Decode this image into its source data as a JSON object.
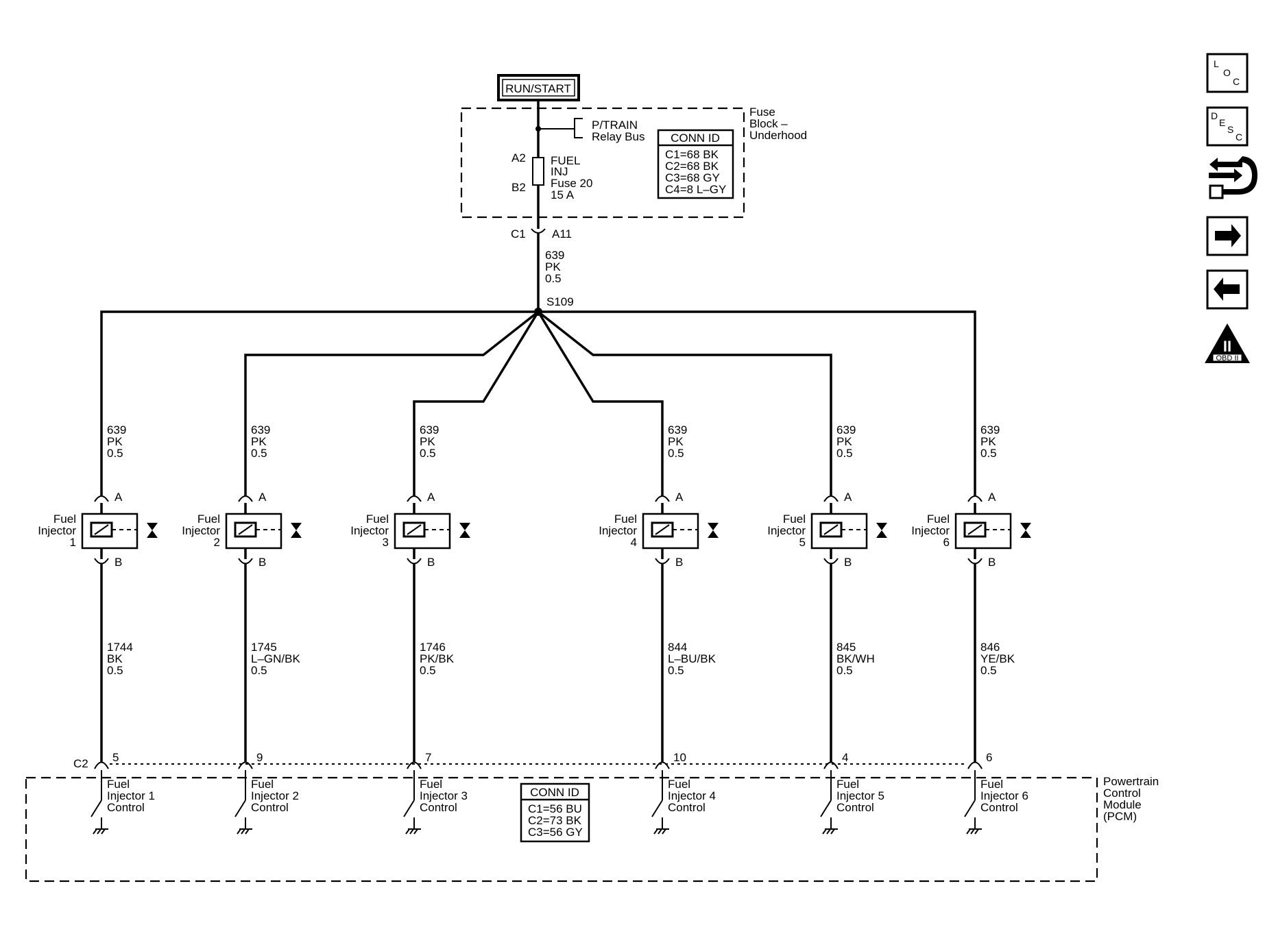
{
  "power": {
    "label": "RUN/START"
  },
  "fuse_block": {
    "name_lines": [
      "Fuse",
      "Block –",
      "Underhood"
    ],
    "relay_bus": [
      "P/TRAIN",
      "Relay Bus"
    ],
    "fuse_pin_top": "A2",
    "fuse_pin_bottom": "B2",
    "fuse_lines": [
      "FUEL",
      "INJ",
      "Fuse 20",
      "15 A"
    ],
    "conn_title": "CONN ID",
    "conn_rows": [
      "C1=68 BK",
      "C2=68 BK",
      "C3=68 GY",
      "C4=8 L–GY"
    ],
    "out_connector": "C1",
    "out_pin": "A11"
  },
  "feed_wire": {
    "circuit": "639",
    "color": "PK",
    "gauge": "0.5"
  },
  "splice": "S109",
  "injectors": [
    {
      "name_lines": [
        "Fuel",
        "Injector",
        "1"
      ],
      "pin_a": "A",
      "pin_b": "B",
      "top_wire": [
        "639",
        "PK",
        "0.5"
      ],
      "bottom_wire": [
        "1744",
        "BK",
        "0.5"
      ],
      "pcm_pin": "5",
      "pcm_label": [
        "Fuel",
        "Injector 1",
        "Control"
      ]
    },
    {
      "name_lines": [
        "Fuel",
        "Injector",
        "2"
      ],
      "pin_a": "A",
      "pin_b": "B",
      "top_wire": [
        "639",
        "PK",
        "0.5"
      ],
      "bottom_wire": [
        "1745",
        "L–GN/BK",
        "0.5"
      ],
      "pcm_pin": "9",
      "pcm_label": [
        "Fuel",
        "Injector 2",
        "Control"
      ]
    },
    {
      "name_lines": [
        "Fuel",
        "Injector",
        "3"
      ],
      "pin_a": "A",
      "pin_b": "B",
      "top_wire": [
        "639",
        "PK",
        "0.5"
      ],
      "bottom_wire": [
        "1746",
        "PK/BK",
        "0.5"
      ],
      "pcm_pin": "7",
      "pcm_label": [
        "Fuel",
        "Injector 3",
        "Control"
      ]
    },
    {
      "name_lines": [
        "Fuel",
        "Injector",
        "4"
      ],
      "pin_a": "A",
      "pin_b": "B",
      "top_wire": [
        "639",
        "PK",
        "0.5"
      ],
      "bottom_wire": [
        "844",
        "L–BU/BK",
        "0.5"
      ],
      "pcm_pin": "10",
      "pcm_label": [
        "Fuel",
        "Injector 4",
        "Control"
      ]
    },
    {
      "name_lines": [
        "Fuel",
        "Injector",
        "5"
      ],
      "pin_a": "A",
      "pin_b": "B",
      "top_wire": [
        "639",
        "PK",
        "0.5"
      ],
      "bottom_wire": [
        "845",
        "BK/WH",
        "0.5"
      ],
      "pcm_pin": "4",
      "pcm_label": [
        "Fuel",
        "Injector 5",
        "Control"
      ]
    },
    {
      "name_lines": [
        "Fuel",
        "Injector",
        "6"
      ],
      "pin_a": "A",
      "pin_b": "B",
      "top_wire": [
        "639",
        "PK",
        "0.5"
      ],
      "bottom_wire": [
        "846",
        "YE/BK",
        "0.5"
      ],
      "pcm_pin": "6",
      "pcm_label": [
        "Fuel",
        "Injector 6",
        "Control"
      ]
    }
  ],
  "pcm": {
    "connector": "C2",
    "name_lines": [
      "Powertrain",
      "Control",
      "Module",
      "(PCM)"
    ],
    "conn_title": "CONN ID",
    "conn_rows": [
      "C1=56 BU",
      "C2=73 BK",
      "C3=56 GY"
    ]
  },
  "nav": {
    "loc": [
      "L",
      "O",
      "C"
    ],
    "desc": [
      "D",
      "E",
      "S",
      "C"
    ],
    "obd_numeral": "II",
    "obd_text": "OBD II",
    "icons": [
      "loc-icon",
      "desc-icon",
      "connector-repair-icon",
      "next-arrow-icon",
      "back-arrow-icon",
      "obd-ii-icon"
    ]
  }
}
